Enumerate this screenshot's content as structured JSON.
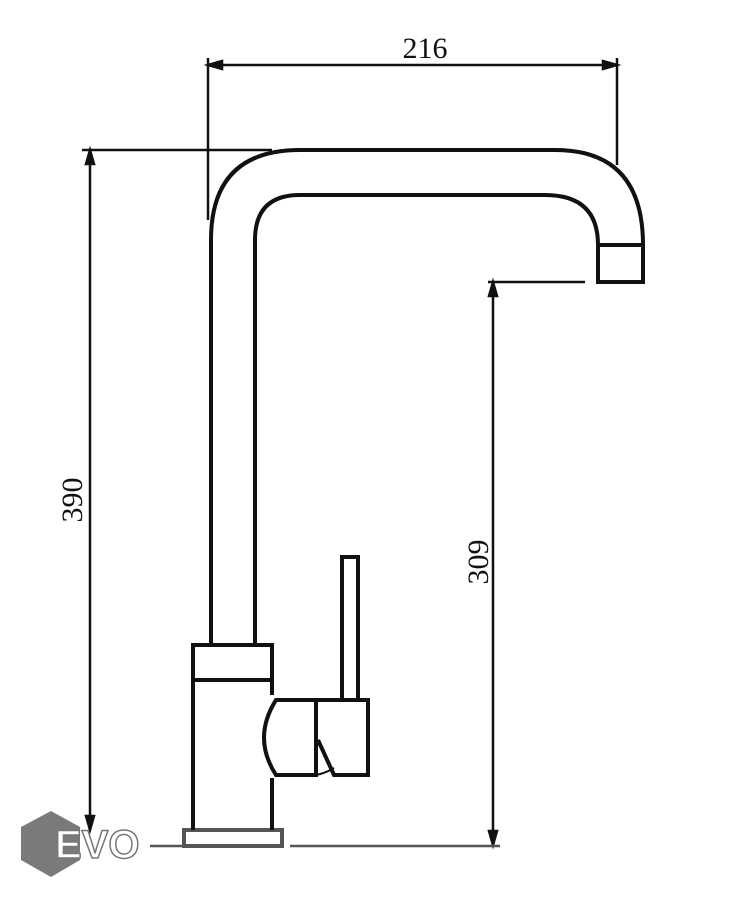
{
  "dimensions": {
    "spout_reach": "216",
    "total_height": "390",
    "spout_height": "309"
  },
  "logo": {
    "text": "EVO",
    "color": "#7a7a7a"
  },
  "line_color": "#111111"
}
